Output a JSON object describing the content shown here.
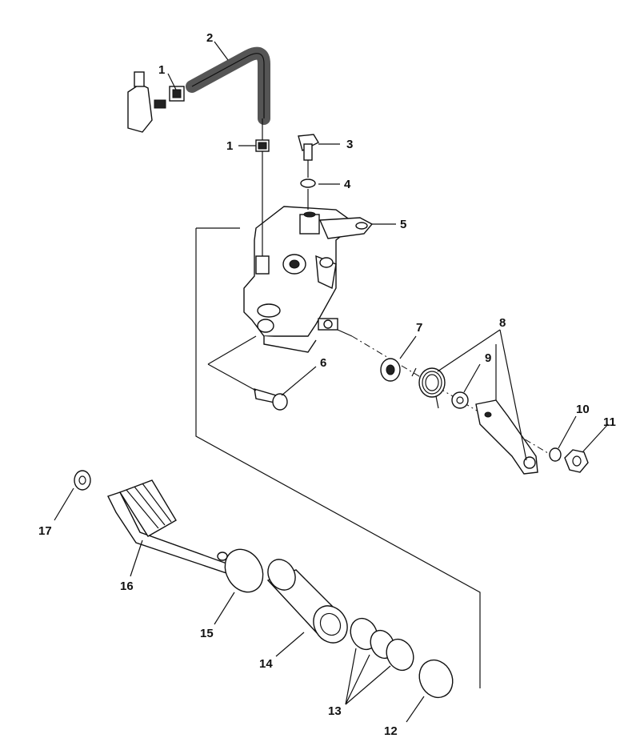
{
  "callouts": [
    {
      "id": "c1a",
      "text": "1"
    },
    {
      "id": "c1b",
      "text": "1"
    },
    {
      "id": "c2",
      "text": "2"
    },
    {
      "id": "c3",
      "text": "3"
    },
    {
      "id": "c4",
      "text": "4"
    },
    {
      "id": "c5",
      "text": "5"
    },
    {
      "id": "c6",
      "text": "6"
    },
    {
      "id": "c7",
      "text": "7"
    },
    {
      "id": "c8",
      "text": "8"
    },
    {
      "id": "c9",
      "text": "9"
    },
    {
      "id": "c10",
      "text": "10"
    },
    {
      "id": "c11",
      "text": "11"
    },
    {
      "id": "c12",
      "text": "12"
    },
    {
      "id": "c13",
      "text": "13"
    },
    {
      "id": "c14",
      "text": "14"
    },
    {
      "id": "c15",
      "text": "15"
    },
    {
      "id": "c16",
      "text": "16"
    },
    {
      "id": "c17",
      "text": "17"
    }
  ]
}
